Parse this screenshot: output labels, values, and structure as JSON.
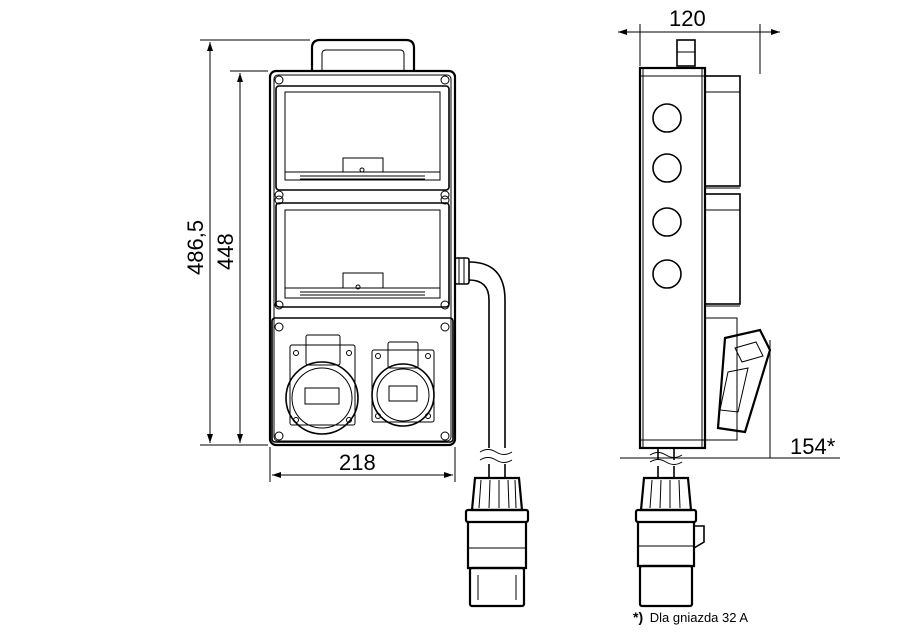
{
  "dimensions": {
    "total_height": "486,5",
    "body_height": "448",
    "width": "218",
    "depth": "120",
    "depth_with_socket": "154*"
  },
  "note": {
    "marker": "*)",
    "text": "Dla gniazda 32 A"
  },
  "views": [
    "front-view",
    "side-view"
  ],
  "colors": {
    "line": "#000000",
    "fill_light": "#ececec",
    "fill_gray": "#d9d9d9"
  }
}
